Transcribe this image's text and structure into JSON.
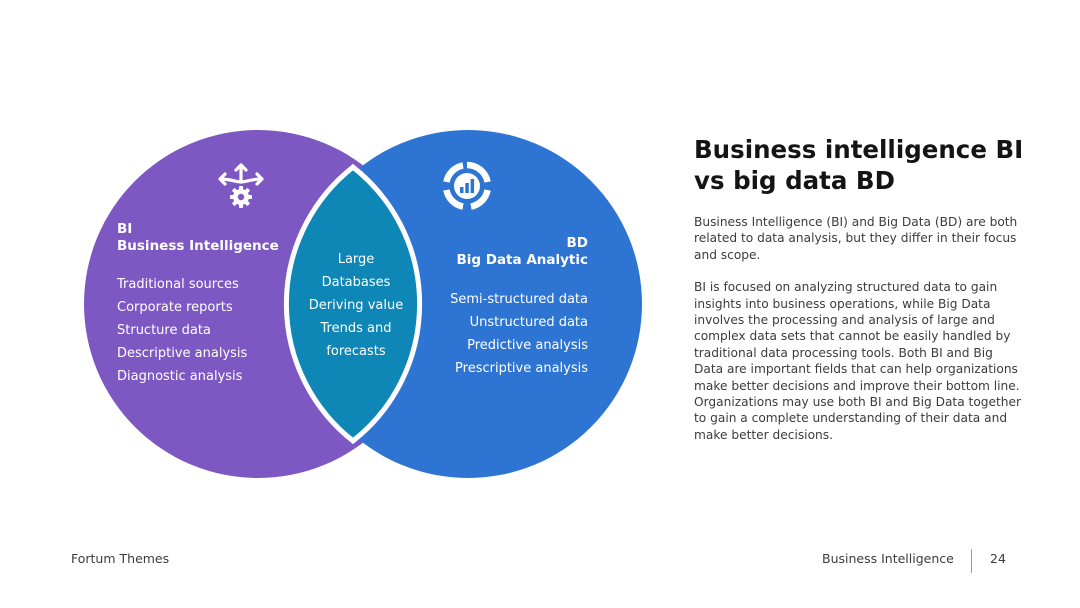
{
  "colors": {
    "bi_circle": "#7e58c2",
    "bd_circle": "#2e74d2",
    "overlap": "#0e87b6",
    "outline": "#ffffff",
    "text_on_shapes": "#ffffff",
    "title_text": "#141414",
    "body_text": "#3c3c3c"
  },
  "diagram": {
    "type": "venn",
    "bi": {
      "icon": "arrows-gear-icon",
      "abbreviation": "BI",
      "name": "Business Intelligence",
      "items": [
        "Traditional sources",
        "Corporate reports",
        "Structure data",
        "Descriptive analysis",
        "Diagnostic analysis"
      ]
    },
    "bd": {
      "icon": "donut-chart-icon",
      "abbreviation": "BD",
      "name": "Big Data Analytic",
      "items": [
        "Semi-structured data",
        "Unstructured data",
        "Predictive analysis",
        "Prescriptive analysis"
      ]
    },
    "overlap": {
      "items": [
        "Large",
        "Databases",
        "Deriving value",
        "Trends and",
        "forecasts"
      ]
    }
  },
  "text_panel": {
    "title": "Business intelligence BI vs big data BD",
    "paragraphs": [
      "Business Intelligence (BI) and Big Data (BD) are both related to data analysis, but they differ in their focus and scope.",
      "BI is focused on analyzing structured data to gain insights into business operations, while Big Data involves the processing and analysis of large and complex data sets that cannot be easily handled by traditional data processing tools. Both BI and Big Data are important fields that can help organizations make better decisions and improve their bottom line. Organizations may use both BI and Big Data together to gain a complete understanding of their data and make better decisions."
    ]
  },
  "footer": {
    "brand": "Fortum Themes",
    "section": "Business Intelligence",
    "page_number": "24"
  }
}
